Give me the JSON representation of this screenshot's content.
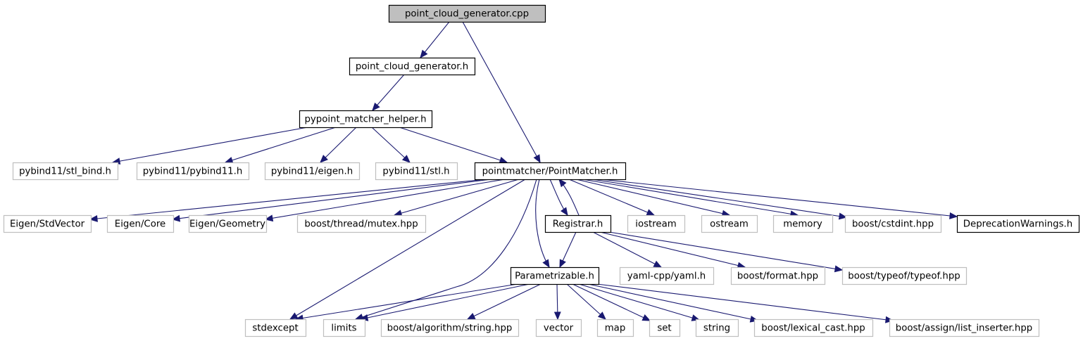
{
  "title": "point_cloud_generator.cpp include dependency graph",
  "colors": {
    "edge": "#191970",
    "root_fill": "#bfbfbf",
    "internal_border": "#000000",
    "external_border": "#bfbfbf"
  },
  "nodes": [
    {
      "id": "root",
      "label": "point_cloud_generator.cpp",
      "kind": "root"
    },
    {
      "id": "pcg_h",
      "label": "point_cloud_generator.h",
      "kind": "internal"
    },
    {
      "id": "helper",
      "label": "pypoint_matcher_helper.h",
      "kind": "internal"
    },
    {
      "id": "stl_bind",
      "label": "pybind11/stl_bind.h",
      "kind": "external"
    },
    {
      "id": "pybind11",
      "label": "pybind11/pybind11.h",
      "kind": "external"
    },
    {
      "id": "eigen_h",
      "label": "pybind11/eigen.h",
      "kind": "external"
    },
    {
      "id": "stl_h",
      "label": "pybind11/stl.h",
      "kind": "external"
    },
    {
      "id": "pm",
      "label": "pointmatcher/PointMatcher.h",
      "kind": "internal"
    },
    {
      "id": "stdvector",
      "label": "Eigen/StdVector",
      "kind": "external"
    },
    {
      "id": "core",
      "label": "Eigen/Core",
      "kind": "external"
    },
    {
      "id": "geometry",
      "label": "Eigen/Geometry",
      "kind": "external"
    },
    {
      "id": "mutex",
      "label": "boost/thread/mutex.hpp",
      "kind": "external"
    },
    {
      "id": "registrar",
      "label": "Registrar.h",
      "kind": "internal"
    },
    {
      "id": "iostream",
      "label": "iostream",
      "kind": "external"
    },
    {
      "id": "ostream",
      "label": "ostream",
      "kind": "external"
    },
    {
      "id": "memory",
      "label": "memory",
      "kind": "external"
    },
    {
      "id": "cstdint",
      "label": "boost/cstdint.hpp",
      "kind": "external"
    },
    {
      "id": "deprec",
      "label": "DeprecationWarnings.h",
      "kind": "internal"
    },
    {
      "id": "param",
      "label": "Parametrizable.h",
      "kind": "internal"
    },
    {
      "id": "yaml",
      "label": "yaml-cpp/yaml.h",
      "kind": "external"
    },
    {
      "id": "format",
      "label": "boost/format.hpp",
      "kind": "external"
    },
    {
      "id": "typeof",
      "label": "boost/typeof/typeof.hpp",
      "kind": "external"
    },
    {
      "id": "stdexcept",
      "label": "stdexcept",
      "kind": "external"
    },
    {
      "id": "limits",
      "label": "limits",
      "kind": "external"
    },
    {
      "id": "algstring",
      "label": "boost/algorithm/string.hpp",
      "kind": "external"
    },
    {
      "id": "vector",
      "label": "vector",
      "kind": "external"
    },
    {
      "id": "map",
      "label": "map",
      "kind": "external"
    },
    {
      "id": "set",
      "label": "set",
      "kind": "external"
    },
    {
      "id": "string",
      "label": "string",
      "kind": "external"
    },
    {
      "id": "lexical",
      "label": "boost/lexical_cast.hpp",
      "kind": "external"
    },
    {
      "id": "list_inserter",
      "label": "boost/assign/list_inserter.hpp",
      "kind": "external"
    }
  ],
  "edges": [
    {
      "from": "root",
      "to": "pcg_h"
    },
    {
      "from": "root",
      "to": "pm"
    },
    {
      "from": "pcg_h",
      "to": "helper"
    },
    {
      "from": "helper",
      "to": "stl_bind"
    },
    {
      "from": "helper",
      "to": "pybind11"
    },
    {
      "from": "helper",
      "to": "eigen_h"
    },
    {
      "from": "helper",
      "to": "stl_h"
    },
    {
      "from": "helper",
      "to": "pm"
    },
    {
      "from": "pm",
      "to": "stdvector"
    },
    {
      "from": "pm",
      "to": "core"
    },
    {
      "from": "pm",
      "to": "geometry"
    },
    {
      "from": "pm",
      "to": "mutex"
    },
    {
      "from": "pm",
      "to": "stdexcept"
    },
    {
      "from": "pm",
      "to": "limits"
    },
    {
      "from": "pm",
      "to": "param"
    },
    {
      "from": "pm",
      "to": "registrar"
    },
    {
      "from": "pm",
      "to": "iostream"
    },
    {
      "from": "pm",
      "to": "ostream"
    },
    {
      "from": "pm",
      "to": "memory"
    },
    {
      "from": "pm",
      "to": "cstdint"
    },
    {
      "from": "pm",
      "to": "deprec"
    },
    {
      "from": "registrar",
      "to": "pm"
    },
    {
      "from": "registrar",
      "to": "param"
    },
    {
      "from": "registrar",
      "to": "yaml"
    },
    {
      "from": "registrar",
      "to": "format"
    },
    {
      "from": "registrar",
      "to": "typeof"
    },
    {
      "from": "param",
      "to": "stdexcept"
    },
    {
      "from": "param",
      "to": "limits"
    },
    {
      "from": "param",
      "to": "algstring"
    },
    {
      "from": "param",
      "to": "vector"
    },
    {
      "from": "param",
      "to": "map"
    },
    {
      "from": "param",
      "to": "set"
    },
    {
      "from": "param",
      "to": "string"
    },
    {
      "from": "param",
      "to": "lexical"
    },
    {
      "from": "param",
      "to": "list_inserter"
    }
  ]
}
